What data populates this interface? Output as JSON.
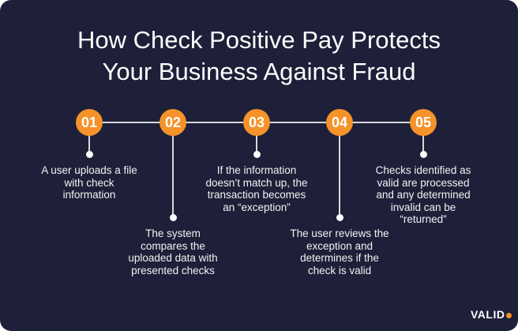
{
  "title": [
    "How Check Positive Pay Protects",
    "Your Business Against Fraud"
  ],
  "accent": "#f5922a",
  "background": "#1d2038",
  "steps": [
    {
      "num": "01",
      "text": "A user uploads a file with check information"
    },
    {
      "num": "02",
      "text": "The system compares the uploaded data with presented checks"
    },
    {
      "num": "03",
      "text": "If the information doesn’t match up, the transaction becomes an “exception”"
    },
    {
      "num": "04",
      "text": "The user reviews the exception and determines if the check is valid"
    },
    {
      "num": "05",
      "text": "Checks identified as valid are processed and any determined invalid can be “returned”"
    }
  ],
  "logo": "VALID"
}
